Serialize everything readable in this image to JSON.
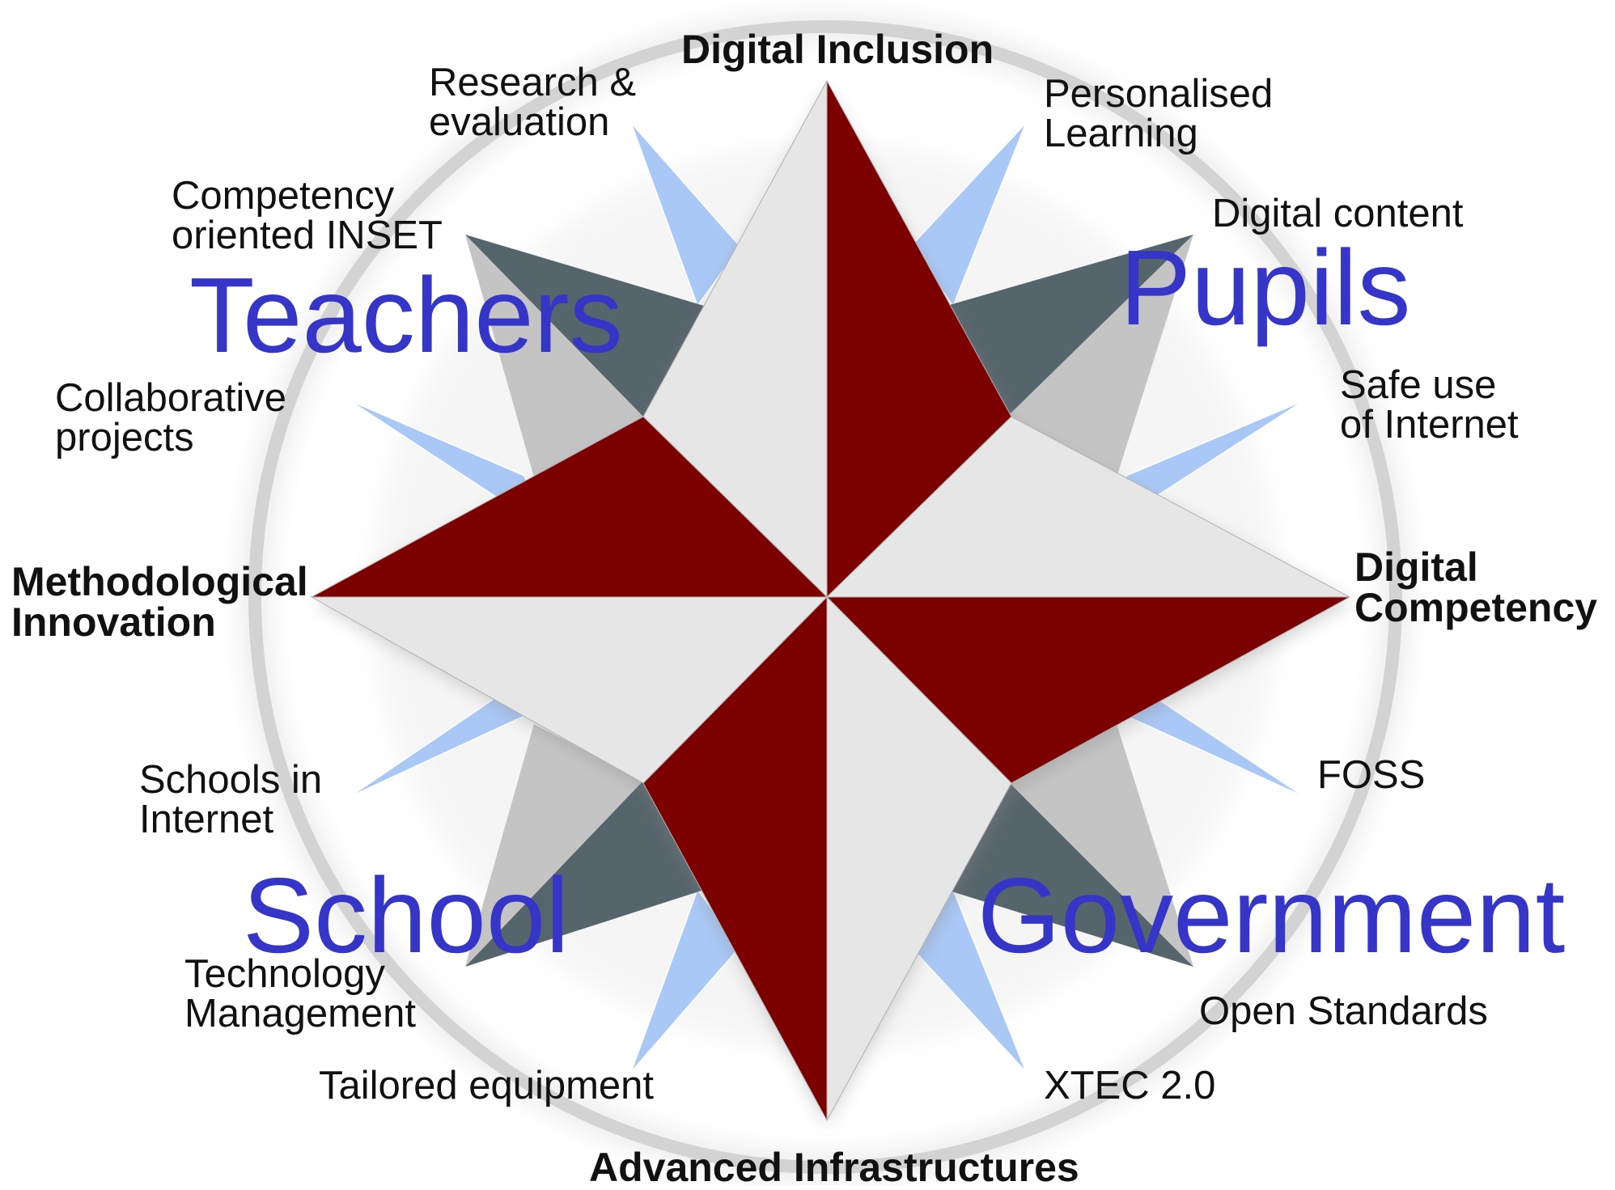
{
  "compass": {
    "cardinal": {
      "north": "Digital Inclusion",
      "east": [
        "Digital",
        "Competency"
      ],
      "south": "Advanced Infrastructures",
      "west": [
        "Methodological",
        "Innovation"
      ]
    },
    "quadrants": {
      "top_left": "Teachers",
      "top_right": "Pupils",
      "bottom_left": "School",
      "bottom_right": "Government"
    },
    "points": {
      "research": [
        "Research &",
        "evaluation"
      ],
      "personalised": [
        "Personalised",
        "Learning"
      ],
      "competency_inset": [
        "Competency",
        "oriented INSET"
      ],
      "digital_content": "Digital content",
      "collaborative": [
        "Collaborative",
        "projects"
      ],
      "safe_use": [
        "Safe use",
        "of Internet"
      ],
      "schools_internet": [
        "Schools in",
        "Internet"
      ],
      "foss": "FOSS",
      "technology": [
        "Technology",
        "Management"
      ],
      "open_standards": "Open Standards",
      "tailored": "Tailored equipment",
      "xtec": "XTEC 2.0"
    },
    "colors": {
      "ring": "#d3d3d3",
      "cardinal_dark": "#7d0000",
      "cardinal_light": "#e6e6e6",
      "diagonal_dark": "#56646c",
      "diagonal_light": "#c4c4c4",
      "minor_points": "#a9c8f5",
      "quadrant_text": "#3535c8"
    }
  }
}
